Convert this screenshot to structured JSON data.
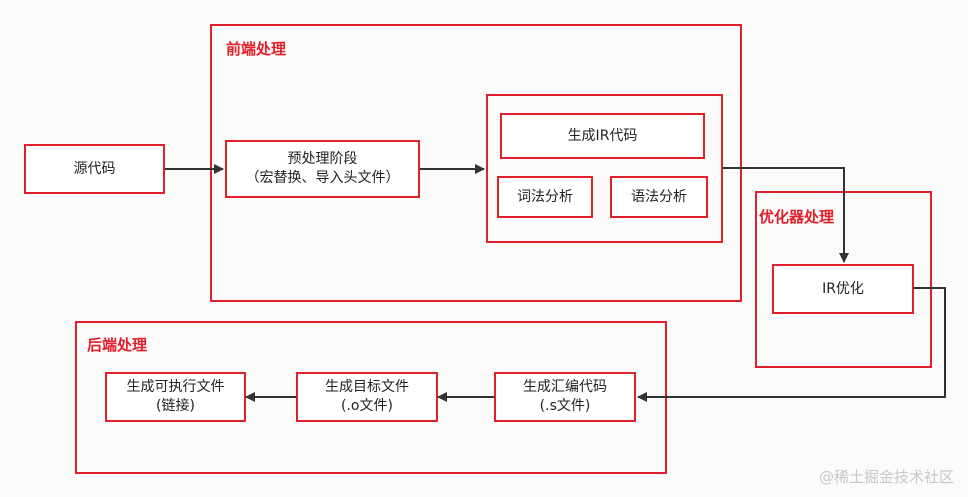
{
  "groups": {
    "frontend": {
      "title": "前端处理"
    },
    "optimizer": {
      "title": "优化器处理"
    },
    "backend": {
      "title": "后端处理"
    }
  },
  "nodes": {
    "source": {
      "line1": "源代码"
    },
    "preprocess": {
      "line1": "预处理阶段",
      "line2": "（宏替换、导入头文件）"
    },
    "gen_ir": {
      "line1": "生成IR代码"
    },
    "lexical": {
      "line1": "词法分析"
    },
    "syntax": {
      "line1": "语法分析"
    },
    "ir_opt": {
      "line1": "IR优化"
    },
    "gen_asm": {
      "line1": "生成汇编代码",
      "line2": "(.s文件)"
    },
    "gen_obj": {
      "line1": "生成目标文件",
      "line2": "(.o文件)"
    },
    "gen_exe": {
      "line1": "生成可执行文件",
      "line2": "(链接)"
    }
  },
  "edges": [
    {
      "from": "source",
      "to": "preprocess"
    },
    {
      "from": "preprocess",
      "to": "gen_ir"
    },
    {
      "from": "gen_ir",
      "to": "ir_opt"
    },
    {
      "from": "ir_opt",
      "to": "gen_asm"
    },
    {
      "from": "gen_asm",
      "to": "gen_obj"
    },
    {
      "from": "gen_obj",
      "to": "gen_exe"
    }
  ],
  "colors": {
    "border": "#e0202a",
    "arrow": "#333333",
    "title": "#e0202a"
  },
  "watermark": "@稀土掘金技术社区"
}
